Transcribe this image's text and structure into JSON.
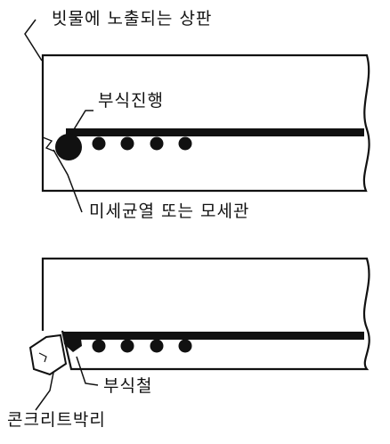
{
  "labels": {
    "top_slab": "빗물에 노출되는 상판",
    "corrosion_progress": "부식진행",
    "microcrack": "미세균열 또는 모세관",
    "corroded_rebar": "부식철",
    "concrete_spalling": "콘크리트박리"
  },
  "colors": {
    "line": "#111111",
    "rebar": "#111111",
    "background": "#ffffff"
  }
}
